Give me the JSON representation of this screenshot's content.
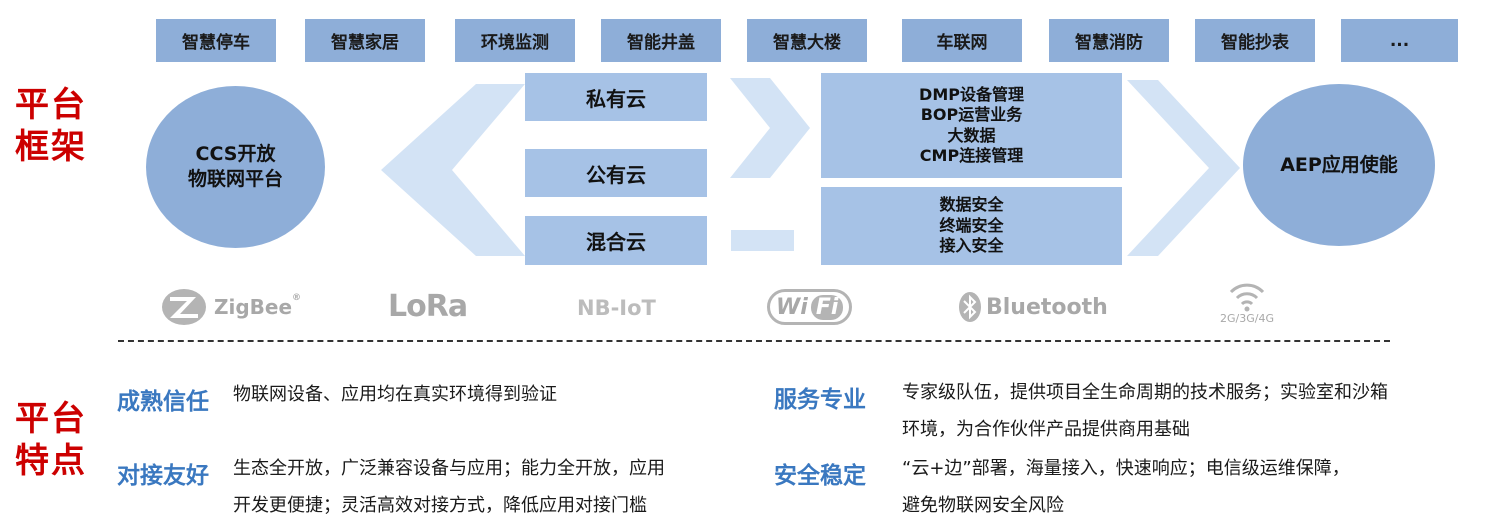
{
  "applications": [
    "智慧停车",
    "智慧家居",
    "环境监测",
    "智能井盖",
    "智慧大楼",
    "车联网",
    "智慧消防",
    "智能抄表",
    "..."
  ],
  "framework": {
    "title_line1": "平台",
    "title_line2": "框架",
    "ccs_platform": {
      "line1": "CCS开放",
      "line2": "物联网平台"
    },
    "clouds": [
      "私有云",
      "公有云",
      "混合云"
    ],
    "management": [
      "DMP设备管理",
      "BOP运营业务",
      "大数据",
      "CMP连接管理"
    ],
    "security": [
      "数据安全",
      "终端安全",
      "接入安全"
    ],
    "aep": "AEP应用使能"
  },
  "protocols": {
    "zigbee": "ZigBee",
    "zigbee_mark": "®",
    "lora_lo": "Lo",
    "lora_ra": "Ra",
    "nbiot": "NB-IoT",
    "wifi_w": "W",
    "wifi_i": "i",
    "wifi_fi": "Fi",
    "bluetooth": "Bluetooth",
    "cellular": "2G/3G/4G"
  },
  "features": {
    "title_line1": "平台",
    "title_line2": "特点",
    "items": [
      {
        "title": "成熟信任",
        "lines": [
          "物联网设备、应用均在真实环境得到验证"
        ]
      },
      {
        "title": "对接友好",
        "lines": [
          "生态全开放，广泛兼容设备与应用；能力全开放，应用",
          "开发更便捷；灵活高效对接方式，降低应用对接门槛"
        ]
      },
      {
        "title": "服务专业",
        "lines": [
          "专家级队伍，提供项目全生命周期的技术服务；实验室和沙箱",
          "环境，为合作伙伴产品提供商用基础"
        ]
      },
      {
        "title": "安全稳定",
        "lines": [
          "“云+边”部署，海量接入，快速响应；电信级运维保障，",
          "避免物联网安全风险"
        ]
      }
    ]
  },
  "colors": {
    "box_blue": "#8eaed8",
    "light_blue": "#a6c2e6",
    "arrow_blue": "#d3e3f5",
    "title_red": "#cc0000",
    "feature_blue": "#3a78c0"
  }
}
